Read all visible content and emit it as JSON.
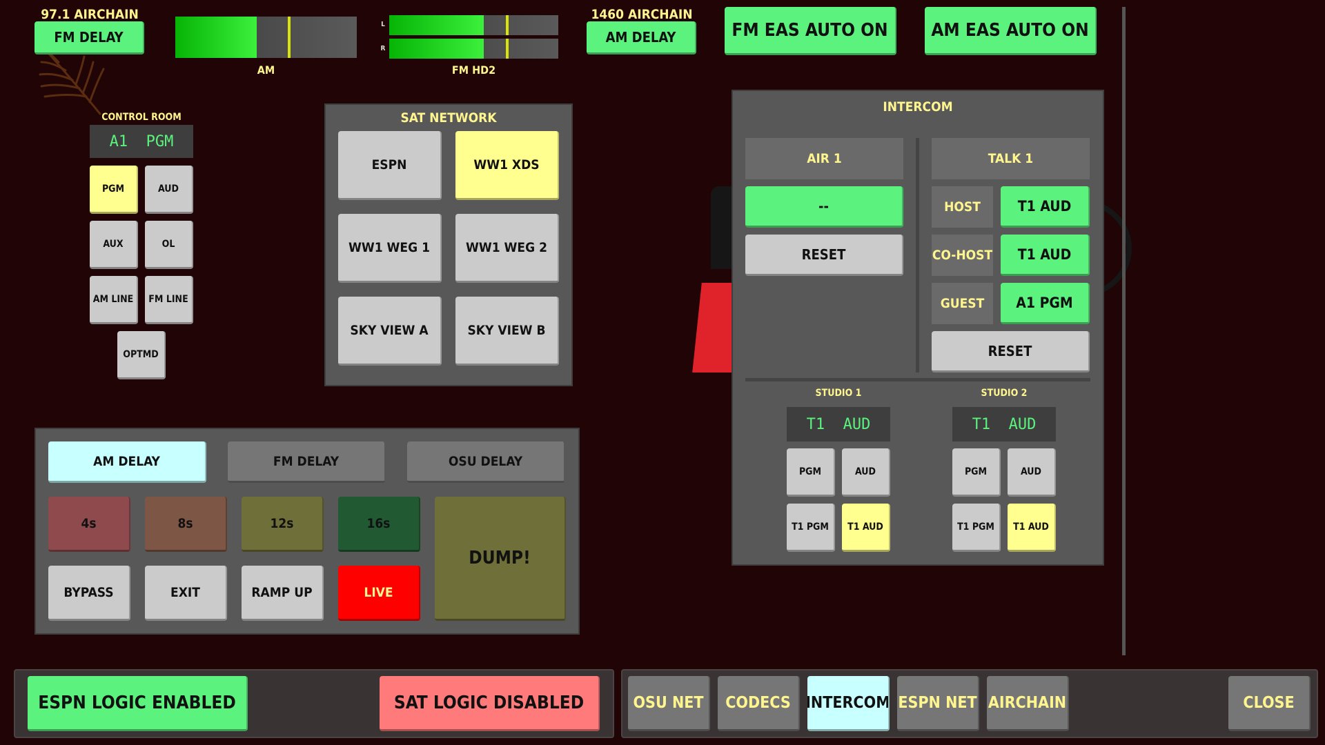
{
  "colors": {
    "background": "#210405",
    "green": "#5bf37e",
    "yellow": "#ffff90",
    "cyan": "#c8ffff",
    "red": "#ff0000",
    "pink": "#ff7a7a",
    "label": "#fff58f"
  },
  "top": {
    "fm_airchain_label": "97.1 AIRCHAIN",
    "fm_delay": "FM DELAY",
    "am_airchain_label": "1460 AIRCHAIN",
    "am_delay": "AM DELAY",
    "fm_eas": "FM EAS AUTO ON",
    "am_eas": "AM EAS AUTO ON"
  },
  "meters": {
    "am": {
      "label": "AM",
      "level": 0.45,
      "peak": 0.62
    },
    "fm_hd2": {
      "label": "FM HD2",
      "ch_l": "L",
      "ch_r": "R",
      "level_l": 0.56,
      "peak_l": 0.69,
      "level_r": 0.56,
      "peak_r": 0.69
    }
  },
  "control_room": {
    "title": "CONTROL ROOM",
    "display": "A1  PGM",
    "buttons": [
      "PGM",
      "AUD",
      "AUX",
      "OL",
      "AM LINE",
      "FM LINE",
      "OPTMD"
    ],
    "selected": "PGM"
  },
  "sat_network": {
    "title": "SAT NETWORK",
    "buttons": [
      "ESPN",
      "WW1 XDS",
      "WW1 WEG 1",
      "WW1 WEG 2",
      "SKY VIEW A",
      "SKY VIEW B"
    ],
    "selected": "WW1 XDS"
  },
  "delay": {
    "tabs": [
      "AM DELAY",
      "FM DELAY",
      "OSU DELAY"
    ],
    "active_tab": "AM DELAY",
    "times": [
      "4s",
      "8s",
      "12s",
      "16s"
    ],
    "dump": "DUMP!",
    "bypass": "BYPASS",
    "exit": "EXIT",
    "ramp_up": "RAMP UP",
    "live": "LIVE"
  },
  "intercom": {
    "title": "INTERCOM",
    "air1": {
      "header": "AIR 1",
      "value": "--",
      "reset": "RESET"
    },
    "talk1": {
      "header": "TALK 1",
      "rows": [
        {
          "label": "HOST",
          "value": "T1 AUD"
        },
        {
          "label": "CO-HOST",
          "value": "T1 AUD"
        },
        {
          "label": "GUEST",
          "value": "A1 PGM"
        }
      ],
      "reset": "RESET"
    },
    "studio1": {
      "title": "STUDIO 1",
      "display": "T1  AUD",
      "buttons": [
        "PGM",
        "AUD",
        "T1 PGM",
        "T1 AUD"
      ],
      "selected": "T1 AUD"
    },
    "studio2": {
      "title": "STUDIO 2",
      "display": "T1  AUD",
      "buttons": [
        "PGM",
        "AUD",
        "T1 PGM",
        "T1 AUD"
      ],
      "selected": "T1 AUD"
    }
  },
  "footer": {
    "espn_logic": "ESPN LOGIC ENABLED",
    "sat_logic": "SAT LOGIC DISABLED",
    "tabs": [
      "OSU NET",
      "CODECS",
      "INTERCOM",
      "ESPN NET",
      "AIRCHAIN"
    ],
    "active_tab": "INTERCOM",
    "close": "CLOSE"
  }
}
